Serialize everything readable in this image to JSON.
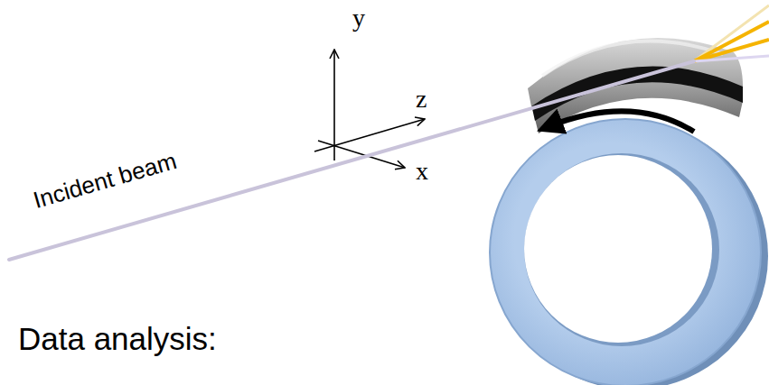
{
  "diagram": {
    "labels": [
      "y",
      "z",
      "x",
      "Incident beam",
      "Data analysis:"
    ]
  }
}
